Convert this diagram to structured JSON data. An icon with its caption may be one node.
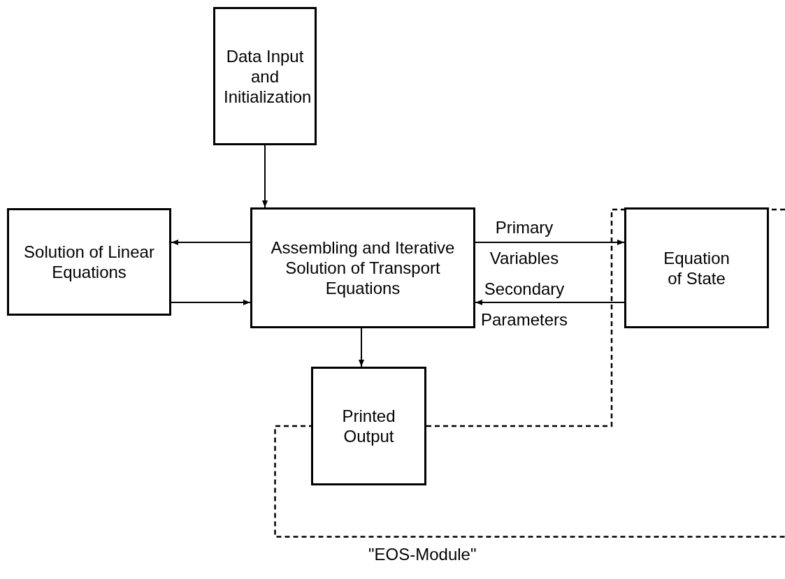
{
  "diagram": {
    "nodes": [
      {
        "text": [
          "Data Input and Initialization"
        ]
      },
      {
        "text": [
          "Solution of Linear Equations"
        ]
      },
      {
        "text": [
          "Assembling and Iterative Solution of Transport Equations"
        ]
      },
      {
        "text": [
          "\"EOS-Module\""
        ]
      },
      {
        "text": [
          "Equation of State"
        ],
        "in": 3
      },
      {
        "text": [
          "Printed Output"
        ],
        "in": 3
      }
    ],
    "edges": [
      {
        "from": 0,
        "to": 2,
        "arrow": "to"
      },
      {
        "from": 2,
        "to": 1,
        "arrow": "to"
      },
      {
        "from": 1,
        "to": 2,
        "arrow": "to"
      },
      {
        "from": 2,
        "to": 4,
        "arrow": "to",
        "label": "Primary Variables"
      },
      {
        "from": 4,
        "to": 2,
        "arrow": "to",
        "label": "Secondary Parameters"
      },
      {
        "from": 2,
        "to": 5,
        "arrow": "to"
      }
    ]
  }
}
